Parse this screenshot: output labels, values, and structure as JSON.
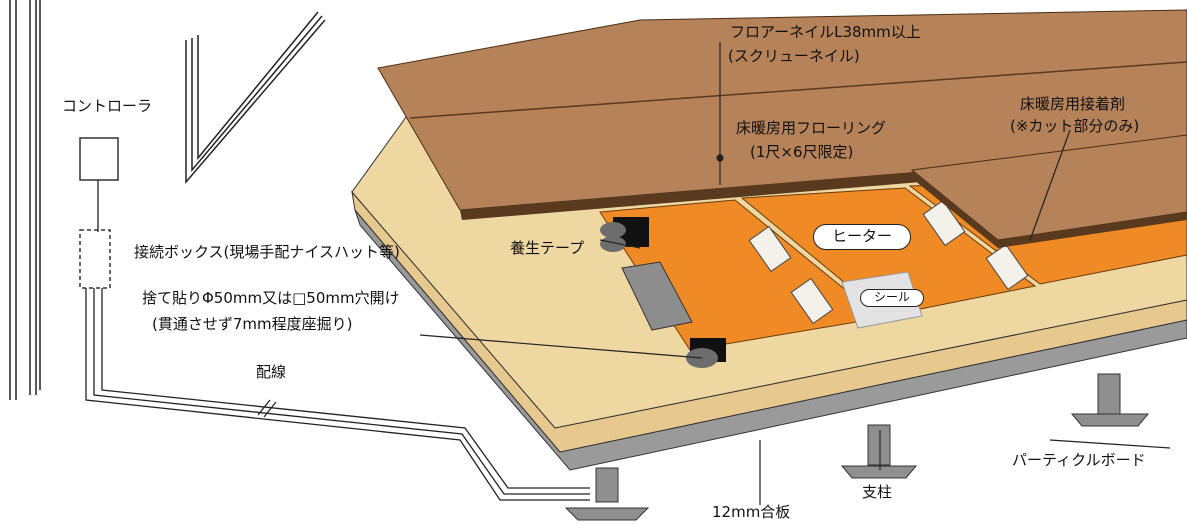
{
  "labels": {
    "controller": "コントローラ",
    "junction_box": "接続ボックス(現場手配ナイスハット等)",
    "tape": "養生テープ",
    "hole_line1": "捨て貼りΦ50mm又は□50mm穴開け",
    "hole_line2": "(貫通させず7mm程度座掘り)",
    "wiring": "配線",
    "nail_line1": "フロアーネイルL38mm以上",
    "nail_line2": "(スクリューネイル)",
    "flooring_line1": "床暖房用フローリング",
    "flooring_line2": "(1尺×6尺限定)",
    "adhesive_line1": "床暖房用接着剤",
    "adhesive_line2": "(※カット部分のみ)",
    "heater": "ヒーター",
    "seal": "シール",
    "particle_board": "パーティクルボード",
    "post": "支柱",
    "plywood": "12mm合板"
  },
  "colors": {
    "wood_top": "#b5825a",
    "wood_front": "#5a3a1e",
    "heater": "#f08a24",
    "plywood": "#efd7a2",
    "board_edge": "#9a9a9a",
    "post": "#8f8f8f"
  }
}
